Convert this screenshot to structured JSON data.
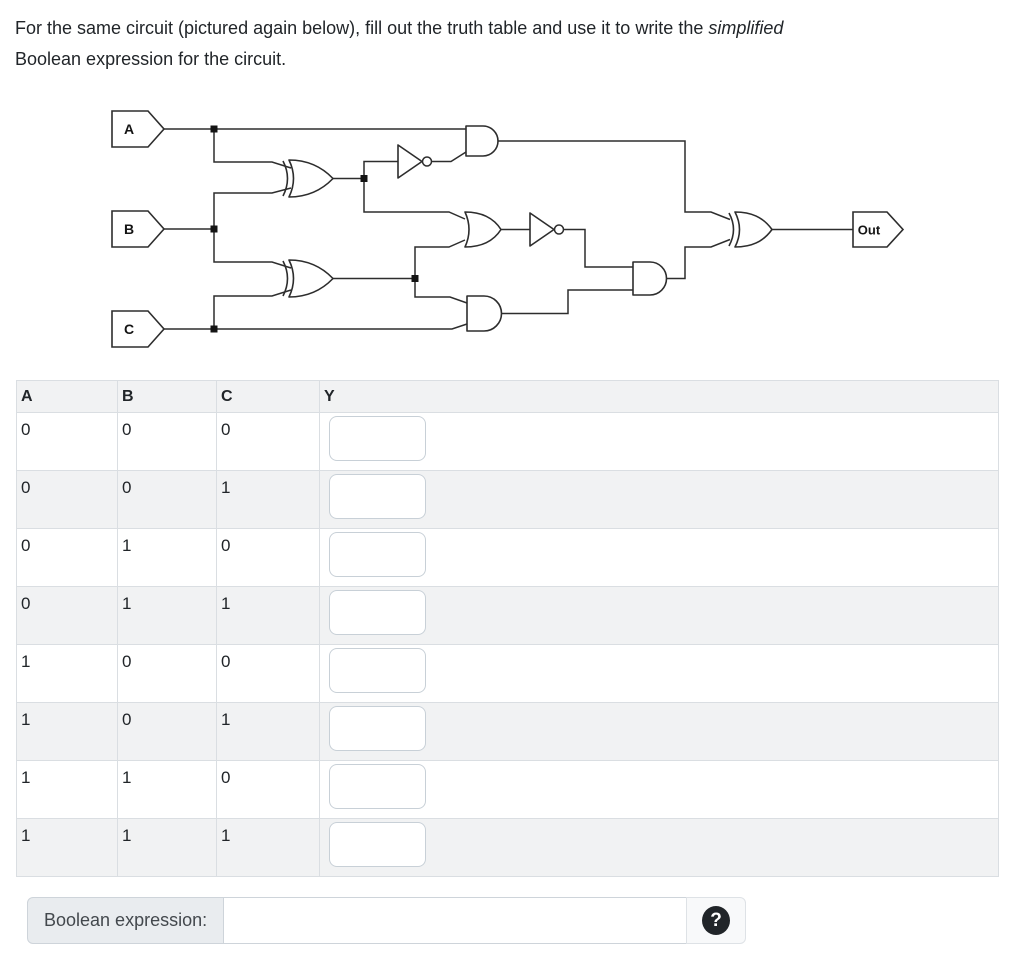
{
  "question": {
    "line1": "For the same circuit (pictured again below), fill out the truth table and use it to write the ",
    "line1_emph": "simplified",
    "line2": "Boolean expression for the circuit."
  },
  "circuit": {
    "input_labels": {
      "a": "A",
      "b": "B",
      "c": "C"
    },
    "output_label": "Out",
    "gate_types": [
      "XOR",
      "XOR",
      "NOT",
      "AND",
      "OR",
      "NOT",
      "AND",
      "AND",
      "XOR"
    ]
  },
  "truth_table": {
    "headers": {
      "a": "A",
      "b": "B",
      "c": "C",
      "y": "Y"
    },
    "rows": [
      {
        "a": "0",
        "b": "0",
        "c": "0",
        "y": ""
      },
      {
        "a": "0",
        "b": "0",
        "c": "1",
        "y": ""
      },
      {
        "a": "0",
        "b": "1",
        "c": "0",
        "y": ""
      },
      {
        "a": "0",
        "b": "1",
        "c": "1",
        "y": ""
      },
      {
        "a": "1",
        "b": "0",
        "c": "0",
        "y": ""
      },
      {
        "a": "1",
        "b": "0",
        "c": "1",
        "y": ""
      },
      {
        "a": "1",
        "b": "1",
        "c": "0",
        "y": ""
      },
      {
        "a": "1",
        "b": "1",
        "c": "1",
        "y": ""
      }
    ]
  },
  "expression": {
    "label": "Boolean expression:",
    "value": "",
    "help_glyph": "?"
  },
  "colors": {
    "stripe": "#f1f2f3",
    "table_border": "#dadee2",
    "addon_bg": "#e9ecef",
    "help_addon_bg": "#f8f9fa",
    "help_icon_fill": "#212529",
    "line_color": "#2d2d2d"
  }
}
